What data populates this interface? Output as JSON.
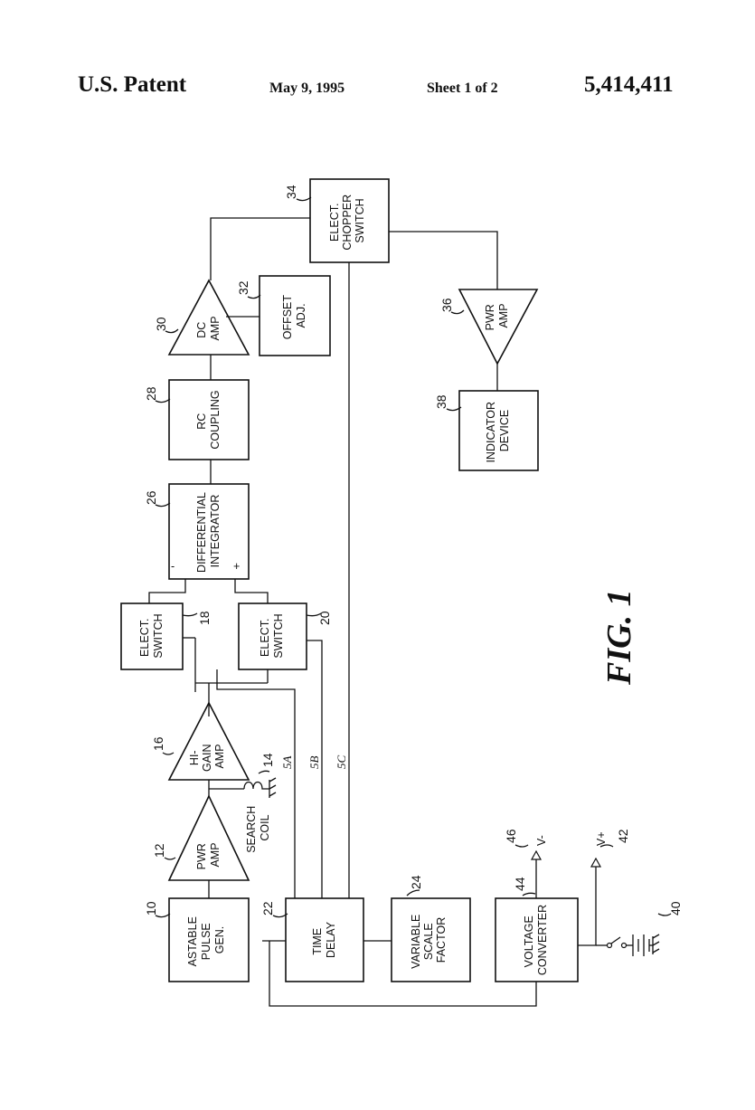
{
  "header": {
    "title": "U.S. Patent",
    "date": "May 9, 1995",
    "sheet": "Sheet 1 of 2",
    "number": "5,414,411"
  },
  "figure_label": "FIG. 1",
  "blocks": {
    "astable_pulse_gen": {
      "ref": "10",
      "lines": [
        "ASTABLE",
        "PULSE",
        "GEN."
      ]
    },
    "pwr_amp_12": {
      "ref": "12",
      "lines": [
        "PWR",
        "AMP"
      ]
    },
    "search_coil": {
      "ref": "14",
      "lines": [
        "SEARCH",
        "COIL"
      ]
    },
    "hi_gain_amp": {
      "ref": "16",
      "lines": [
        "HI-",
        "GAIN",
        "AMP"
      ]
    },
    "elect_switch_18": {
      "ref": "18",
      "lines": [
        "ELECT.",
        "SWITCH"
      ]
    },
    "elect_switch_20": {
      "ref": "20",
      "lines": [
        "ELECT.",
        "SWITCH"
      ]
    },
    "time_delay": {
      "ref": "22",
      "lines": [
        "TIME",
        "DELAY"
      ]
    },
    "variable_scale_factor": {
      "ref": "24",
      "lines": [
        "VARIABLE",
        "SCALE",
        "FACTOR"
      ]
    },
    "differential_integrator": {
      "ref": "26",
      "lines": [
        "DIFFERENTIAL",
        "INTEGRATOR"
      ],
      "minus": "-",
      "plus": "+"
    },
    "rc_coupling": {
      "ref": "28",
      "lines": [
        "RC",
        "COUPLING"
      ]
    },
    "dc_amp": {
      "ref": "30",
      "lines": [
        "DC",
        "AMP"
      ]
    },
    "offset_adj": {
      "ref": "32",
      "lines": [
        "OFFSET",
        "ADJ."
      ]
    },
    "elect_chopper_switch": {
      "ref": "34",
      "lines": [
        "ELECT.",
        "CHOPPER",
        "SWITCH"
      ]
    },
    "pwr_amp_36": {
      "ref": "36",
      "lines": [
        "PWR",
        "AMP"
      ]
    },
    "indicator_device": {
      "ref": "38",
      "lines": [
        "INDICATOR",
        "DEVICE"
      ]
    },
    "voltage_converter": {
      "ref": "44",
      "lines": [
        "VOLTAGE",
        "CONVERTER"
      ]
    }
  },
  "battery": {
    "ref": "40"
  },
  "v_plus": {
    "ref": "42",
    "label": "V+"
  },
  "v_minus": {
    "ref": "46",
    "label": "V-"
  },
  "signals": {
    "a": "5A",
    "b": "5B",
    "c": "5C"
  }
}
